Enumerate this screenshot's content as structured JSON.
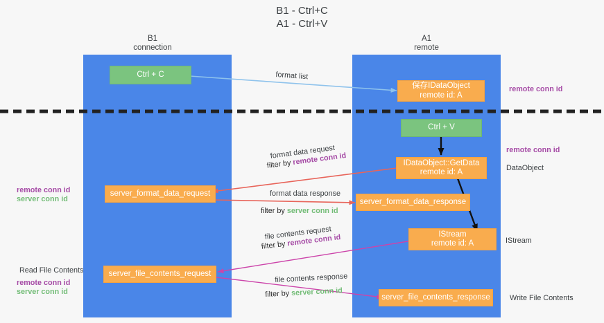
{
  "title": "B1 - Ctrl+C\nA1 - Ctrl+V",
  "columns": [
    {
      "name": "column-header-b1",
      "label": "B1\nconnection"
    },
    {
      "name": "column-header-a1",
      "label": "A1\nremote"
    }
  ],
  "nodes": [
    {
      "name": "node-ctrl-c",
      "label": "Ctrl + C"
    },
    {
      "name": "node-save-idataobject",
      "label": "保存IDataObject\nremote id: A"
    },
    {
      "name": "node-ctrl-v",
      "label": "Ctrl + V"
    },
    {
      "name": "node-idataobject-getdata",
      "label": "IDataObject::GetData\nremote id: A"
    },
    {
      "name": "node-server-format-data-request",
      "label": "server_format_data_request"
    },
    {
      "name": "node-server-format-data-response",
      "label": "server_format_data_response"
    },
    {
      "name": "node-istream",
      "label": "IStream\nremote id: A"
    },
    {
      "name": "node-server-file-contents-request",
      "label": "server_file_contents_request"
    },
    {
      "name": "node-server-file-contents-response",
      "label": "server_file_contents_response"
    }
  ],
  "edge_labels": {
    "format_list": "format list",
    "format_data_request": "format data request",
    "format_data_request_filter_prefix": "filter by ",
    "format_data_request_filter_key": "remote conn id",
    "format_data_response": "format data response",
    "format_data_response_filter_prefix": "filter by ",
    "format_data_response_filter_key": "server conn id",
    "file_contents_request": "file contents request",
    "file_contents_request_filter_prefix": "filter by ",
    "file_contents_request_filter_key": "remote conn id",
    "file_contents_response": "file contents response",
    "file_contents_response_filter_prefix": "filter by ",
    "file_contents_response_filter_key": "server conn id"
  },
  "side_labels": {
    "right_remote_conn_id_top": "remote conn id",
    "right_remote_conn_id_mid": "remote conn id",
    "right_dataobject": "DataObject",
    "right_istream": "IStream",
    "right_write_file_contents": "Write File Contents",
    "left_remote_conn_id_mid": "remote conn id",
    "left_server_conn_id_mid": "server conn id",
    "left_read_file_contents": "Read File Contents",
    "left_remote_conn_id_bottom": "remote conn id",
    "left_server_conn_id_bottom": "server conn id"
  },
  "colors": {
    "lane": "#4a86e8",
    "green_node": "#7bc47f",
    "orange_node": "#f9ac4e",
    "magenta": "#a64ca6",
    "green_text": "#74bd78",
    "red_arrow": "#e8645a",
    "pink_arrow": "#cc44aa",
    "blue_arrow": "#8fc3ec",
    "background": "#f7f7f7",
    "divider": "#222222"
  }
}
